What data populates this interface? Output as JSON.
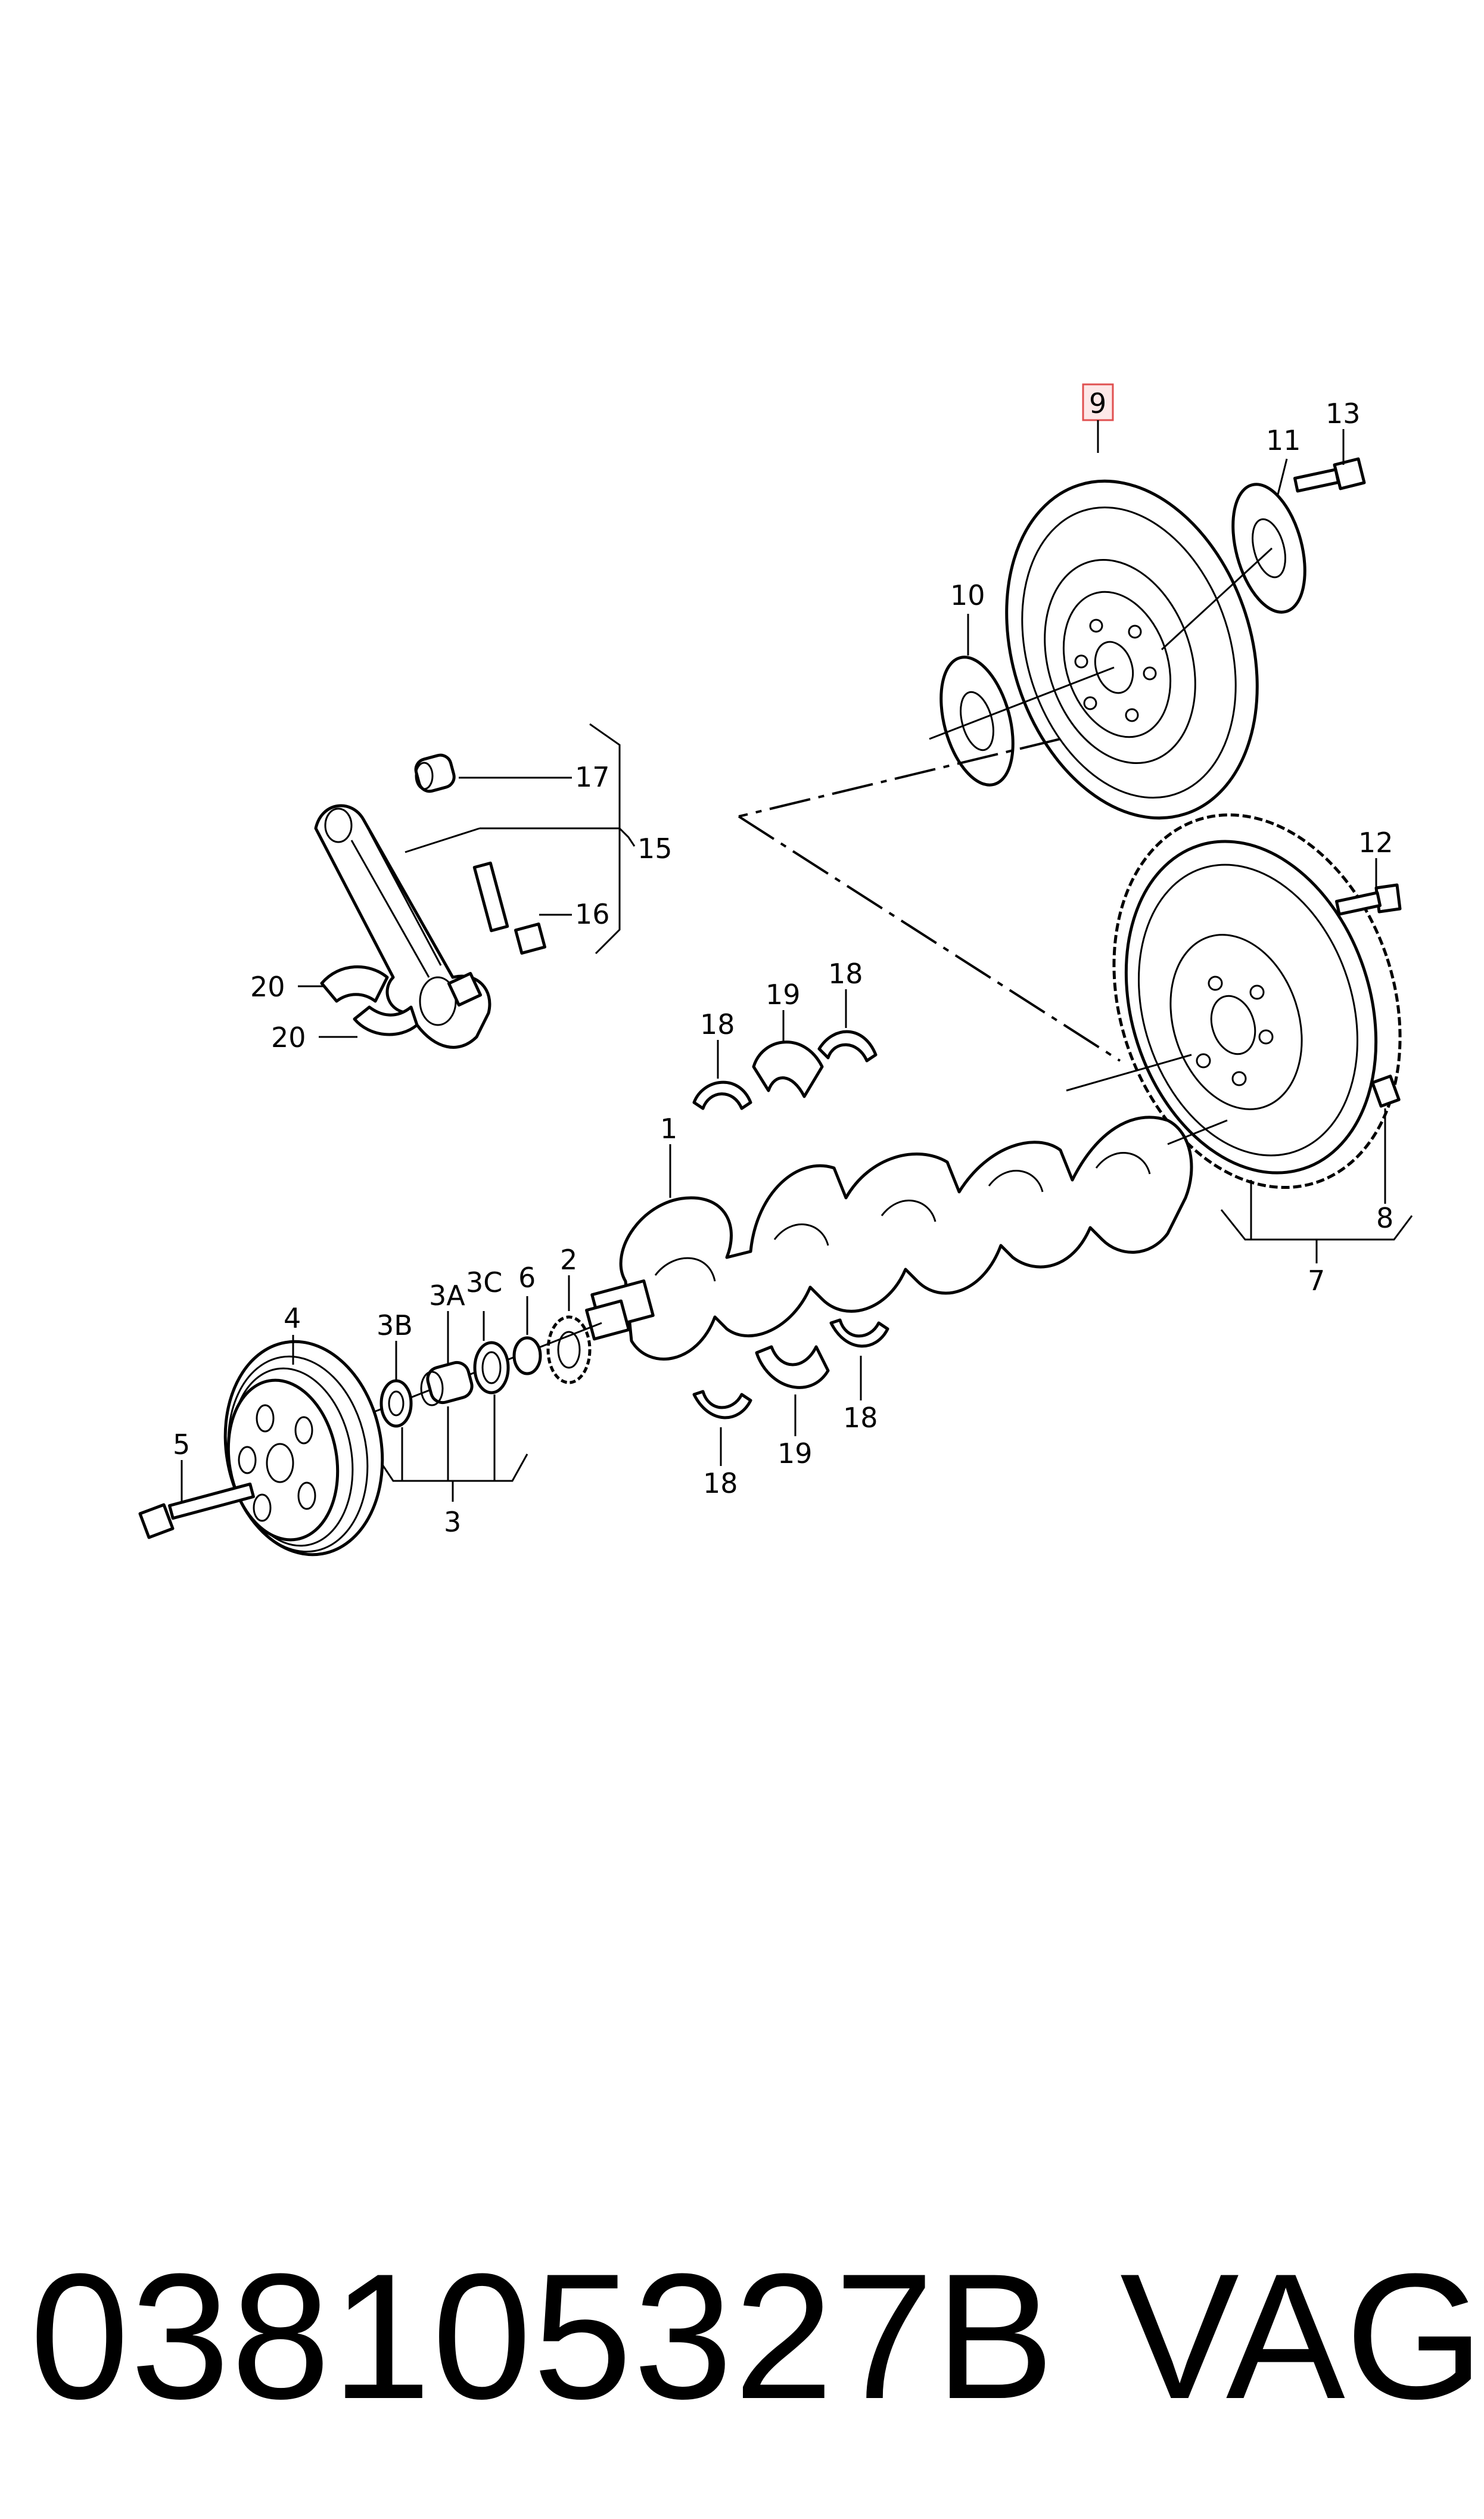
{
  "callouts": {
    "c1": "1",
    "c2": "2",
    "c3": "3",
    "c3a": "3A",
    "c3b": "3B",
    "c3c": "3C",
    "c4": "4",
    "c5": "5",
    "c6": "6",
    "c7": "7",
    "c8": "8",
    "c9": "9",
    "c10": "10",
    "c11": "11",
    "c12": "12",
    "c13": "13",
    "c15": "15",
    "c16": "16",
    "c17": "17",
    "c18a": "18",
    "c18b": "18",
    "c18c": "18",
    "c18d": "18",
    "c19a": "19",
    "c19b": "19",
    "c20a": "20",
    "c20b": "20"
  },
  "footer": {
    "part_number": "038105327B",
    "brand": "VAG"
  },
  "colors": {
    "highlight": "#e05050",
    "ink": "#000000",
    "background": "#ffffff"
  }
}
